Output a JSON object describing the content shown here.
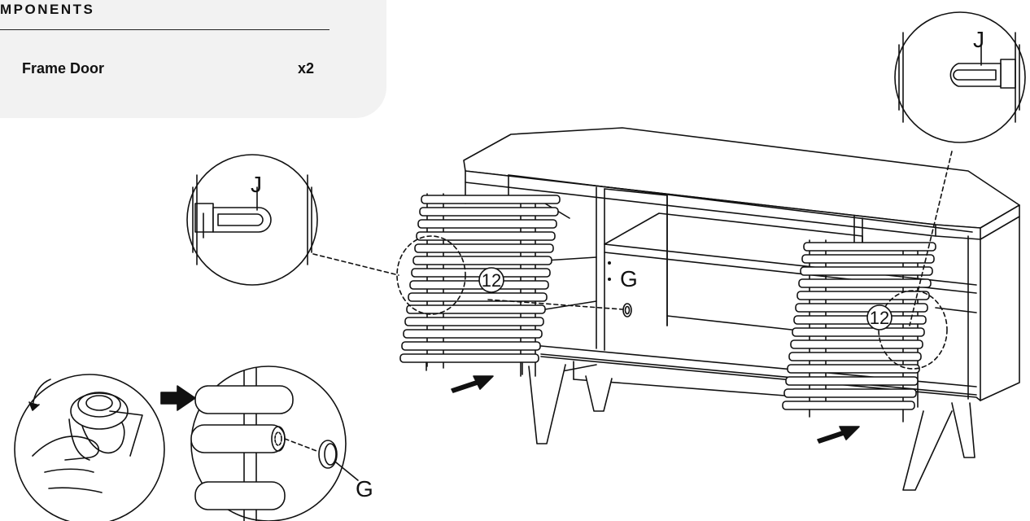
{
  "components": {
    "title": "MPONENTS",
    "items": [
      {
        "name": "Frame Door",
        "qty": "x2"
      }
    ]
  },
  "labels": {
    "part_j": "J",
    "part_g": "G",
    "step_number": "12"
  }
}
